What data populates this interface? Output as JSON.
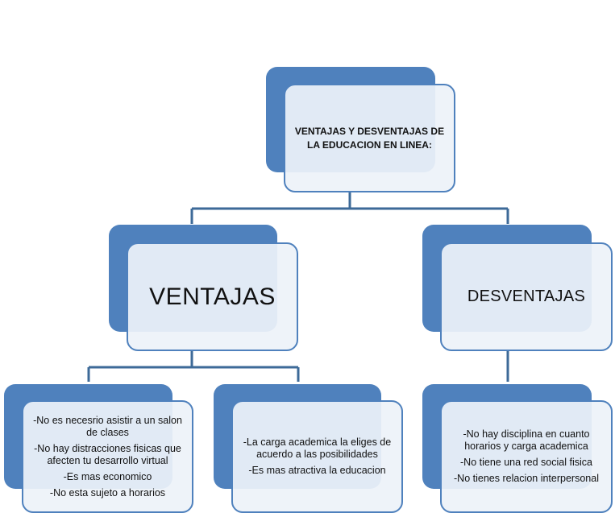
{
  "diagram": {
    "root": {
      "label": "VENTAJAS Y DESVENTAJAS DE LA EDUCACION EN LINEA:"
    },
    "ventajas": {
      "label": "VENTAJAS"
    },
    "desventajas": {
      "label": "DESVENTAJAS"
    },
    "ventajas_items_left": [
      "-No es necesrio asistir a un salon de clases",
      "-No hay distracciones fisicas que afecten tu desarrollo virtual",
      "-Es mas economico",
      "-No esta sujeto a horarios"
    ],
    "ventajas_items_right": [
      "-La carga academica la eliges de acuerdo  a las posibilidades",
      "-Es mas atractiva la educacion"
    ],
    "desventajas_items": [
      "-No hay disciplina en cuanto horarios y carga academica",
      "-No tiene una red social fisica",
      "-No tienes relacion interpersonal"
    ],
    "colors": {
      "box_dark": "#4f81bd",
      "box_light": "#edf2f9",
      "connector": "#3d6a98"
    }
  }
}
